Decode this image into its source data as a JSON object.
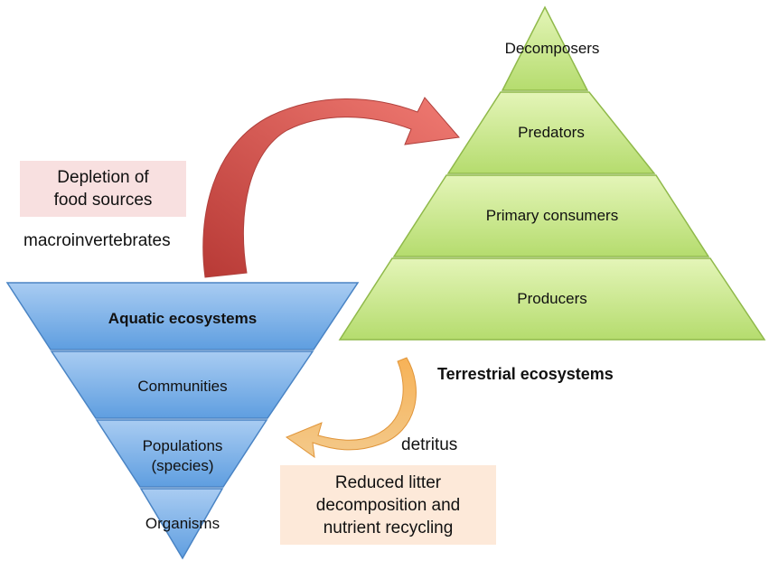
{
  "terrestrial": {
    "title": "Terrestrial ecosystems",
    "levels": [
      "Decomposers",
      "Predators",
      "Primary consumers",
      "Producers"
    ],
    "fill_color": "#c6e888",
    "edge_color": "#8fb94a"
  },
  "aquatic": {
    "title": "Aquatic ecosystems",
    "levels": [
      "Communities",
      "Populations",
      "(species)",
      "Organisms"
    ],
    "fill_color": "#7fb2e8",
    "edge_color": "#4a84c4"
  },
  "effects": {
    "depletion": [
      "Depletion of",
      "food sources"
    ],
    "depletion_bg": "#f8e0e0",
    "decomposition": [
      "Reduced litter",
      "decomposition and",
      "nutrient recycling"
    ],
    "decomposition_bg": "#fde9d9"
  },
  "labels": {
    "macroinvertebrates": "macroinvertebrates",
    "detritus": "detritus"
  },
  "arrows": {
    "red_color": "#d9534f",
    "orange_color": "#f0a040"
  }
}
